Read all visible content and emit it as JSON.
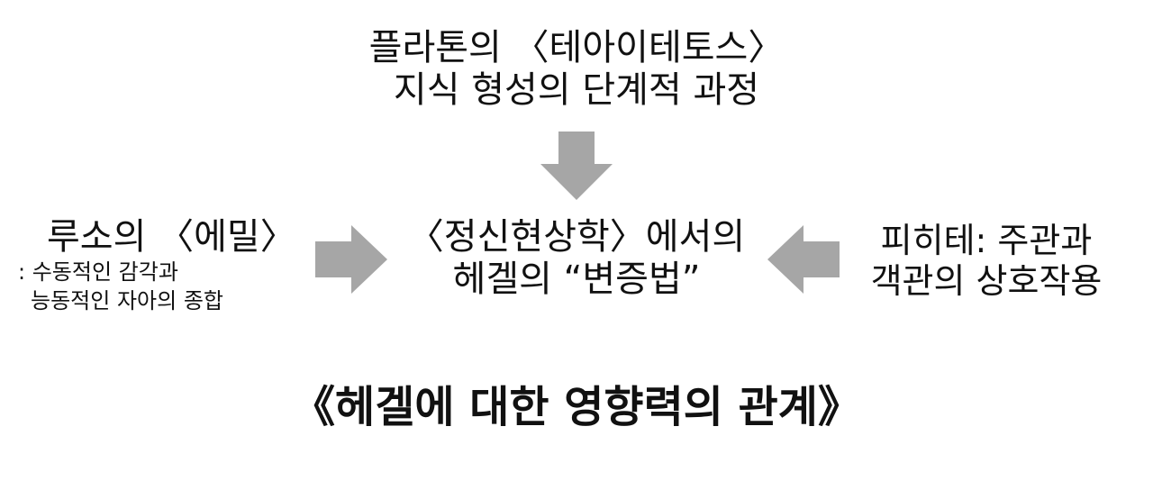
{
  "diagram": {
    "top_node": {
      "line1": "플라톤의 〈테아이테토스〉",
      "line2": "지식 형성의 단계적 과정"
    },
    "center_node": {
      "line1": "〈정신현상학〉에서의",
      "line2": "헤겔의 “변증법”"
    },
    "left_node": {
      "title": "루소의 〈에밀〉",
      "note1": ": 수동적인 감각과",
      "note2": "능동적인 자아의 종합"
    },
    "right_node": {
      "line1": "피히테: 주관과",
      "line2": "객관의 상호작용"
    },
    "caption": "《헤겔에 대한 영향력의 관계》",
    "arrow_color": "#a6a6a6"
  }
}
